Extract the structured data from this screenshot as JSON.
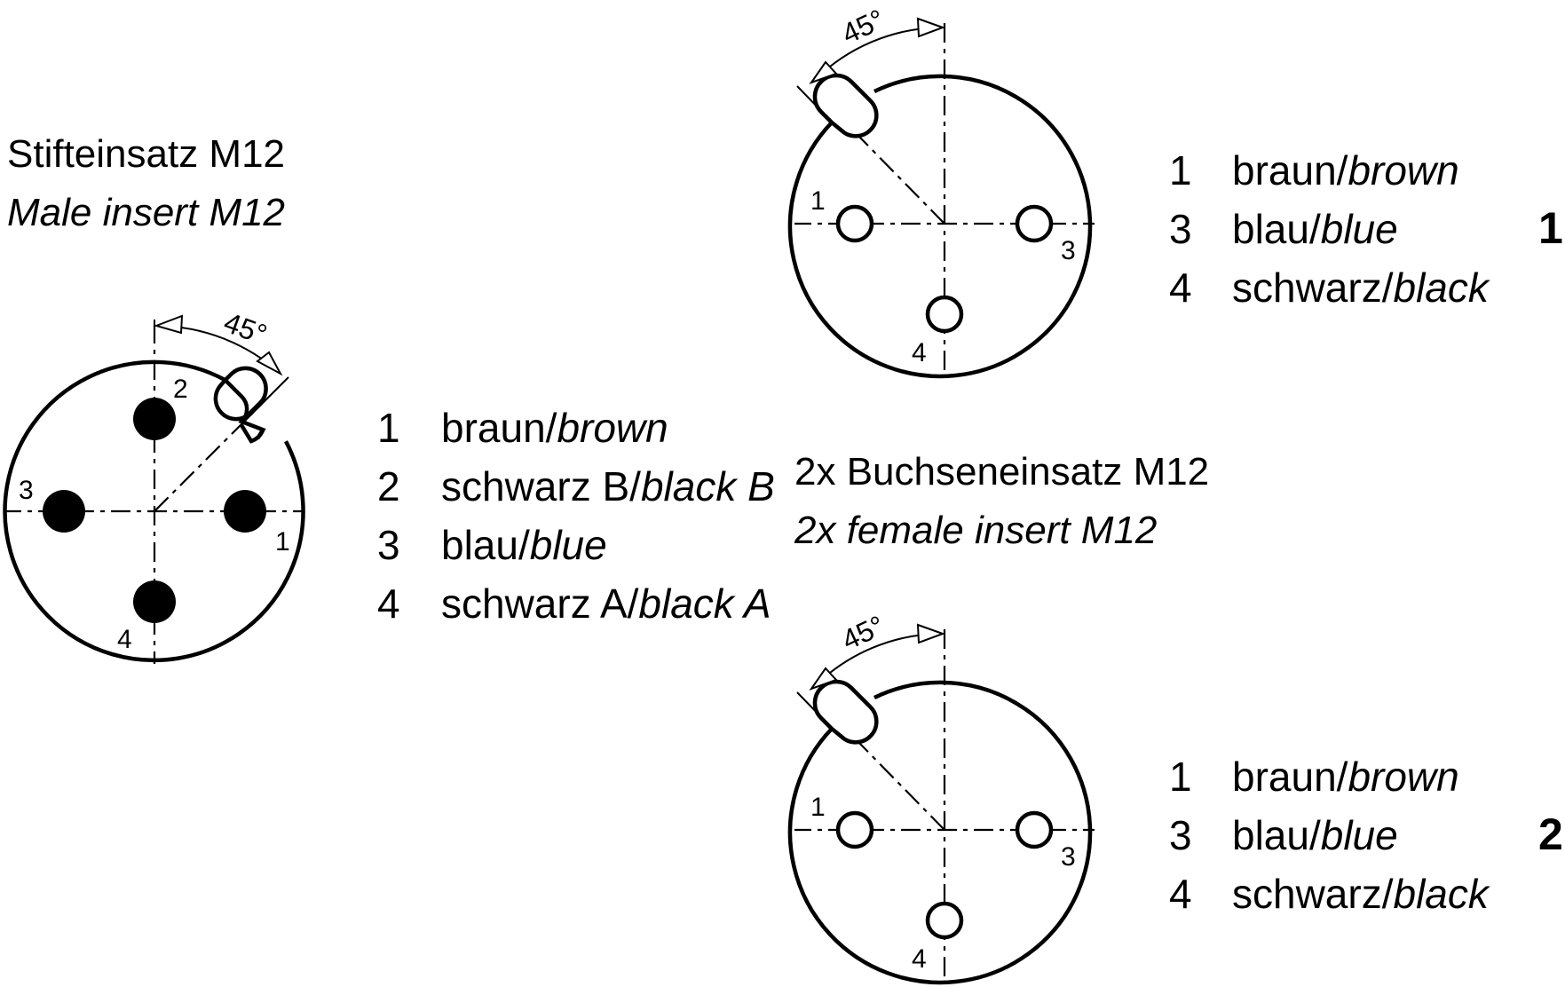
{
  "male": {
    "title_de": "Stifteinsatz M12",
    "title_en": "Male insert M12",
    "angle_label": "45°",
    "pins": [
      {
        "label": "1",
        "num": "1",
        "de": "braun/",
        "en": "brown"
      },
      {
        "label": "2",
        "num": "2",
        "de": "schwarz B/",
        "en": "black B"
      },
      {
        "label": "3",
        "num": "3",
        "de": "blau/",
        "en": "blue"
      },
      {
        "label": "4",
        "num": "4",
        "de": "schwarz A/",
        "en": "black A"
      }
    ]
  },
  "female": {
    "title_de": "2x Buchseneinsatz M12",
    "title_en": "2x female insert M12",
    "connectors": [
      {
        "number": "1",
        "angle_label": "45°",
        "pins": [
          {
            "label": "1",
            "num": "1",
            "de": "braun/",
            "en": "brown"
          },
          {
            "label": "3",
            "num": "3",
            "de": "blau/",
            "en": "blue"
          },
          {
            "label": "4",
            "num": "4",
            "de": "schwarz/",
            "en": "black"
          }
        ]
      },
      {
        "number": "2",
        "angle_label": "45°",
        "pins": [
          {
            "label": "1",
            "num": "1",
            "de": "braun/",
            "en": "brown"
          },
          {
            "label": "3",
            "num": "3",
            "de": "blau/",
            "en": "blue"
          },
          {
            "label": "4",
            "num": "4",
            "de": "schwarz/",
            "en": "black"
          }
        ]
      }
    ]
  }
}
